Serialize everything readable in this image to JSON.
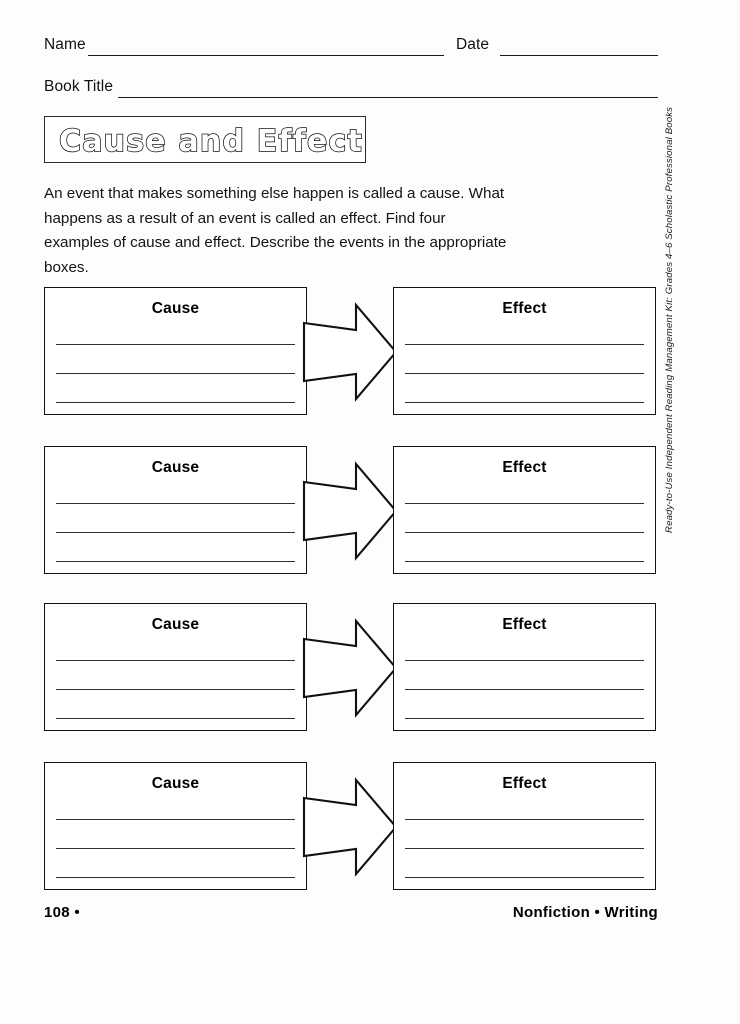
{
  "header": {
    "name_label": "Name",
    "date_label": "Date",
    "book_title_label": "Book Title",
    "name_value": "",
    "date_value": "",
    "book_title_value": ""
  },
  "title": "Cause and Effect",
  "instructions": "An event that makes something else happen is called a cause. What happens as a result of an event is called an effect. Find four examples of cause and effect. Describe the events in the appropriate boxes.",
  "labels": {
    "cause": "Cause",
    "effect": "Effect"
  },
  "rows": [
    {
      "cause": "Cause",
      "effect": "Effect",
      "cause_lines": [
        "",
        "",
        ""
      ],
      "effect_lines": [
        "",
        "",
        ""
      ]
    },
    {
      "cause": "Cause",
      "effect": "Effect",
      "cause_lines": [
        "",
        "",
        ""
      ],
      "effect_lines": [
        "",
        "",
        ""
      ]
    },
    {
      "cause": "Cause",
      "effect": "Effect",
      "cause_lines": [
        "",
        "",
        ""
      ],
      "effect_lines": [
        "",
        "",
        ""
      ]
    },
    {
      "cause": "Cause",
      "effect": "Effect",
      "cause_lines": [
        "",
        "",
        ""
      ],
      "effect_lines": [
        "",
        "",
        ""
      ]
    }
  ],
  "footer": {
    "page_number": "108 •",
    "section": "Nonfiction  •  Writing"
  },
  "credit": "Ready-to-Use Independent Reading Management Kit: Grades 4–6   Scholastic Professional Books",
  "colors": {
    "ink": "#111111",
    "paper": "#fdfdfc",
    "rule": "#2f2f2f"
  }
}
